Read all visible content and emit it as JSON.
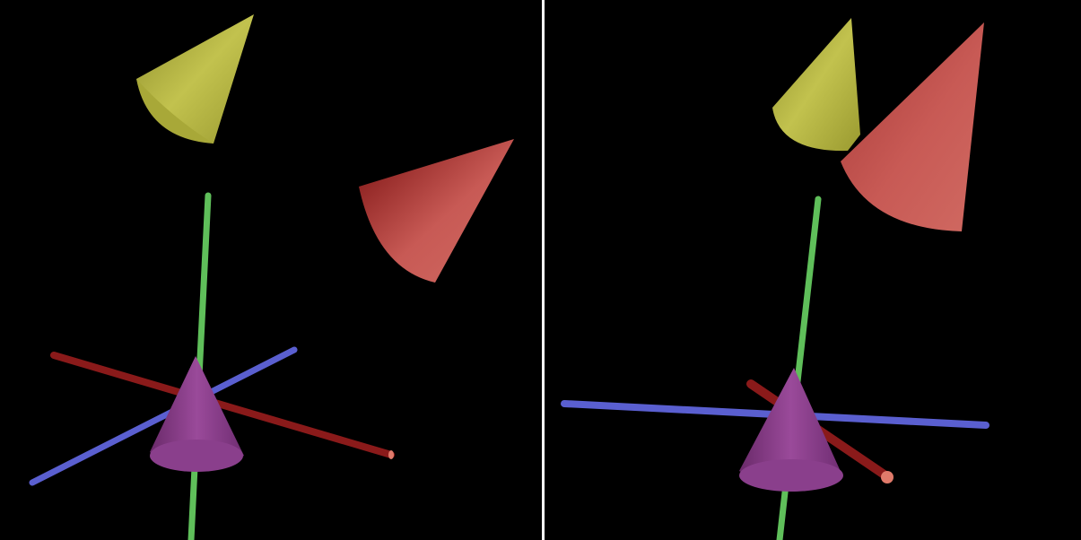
{
  "scene": {
    "background_color": "#000000",
    "divider_color": "#ffffff",
    "colors": {
      "yellow_cone": "#b9b94a",
      "red_cone": "#c85a55",
      "purple_cone": "#8a3f8c",
      "green_axis": "#5fbf5a",
      "red_axis": "#8a1a1a",
      "blue_axis": "#5a5fd0"
    },
    "viewports": [
      {
        "id": "left",
        "objects": [
          "yellow-cone",
          "red-cone",
          "purple-cone",
          "green-axis",
          "red-axis",
          "blue-axis"
        ]
      },
      {
        "id": "right",
        "objects": [
          "yellow-cone",
          "red-cone",
          "purple-cone",
          "green-axis",
          "red-axis",
          "blue-axis"
        ]
      }
    ]
  }
}
